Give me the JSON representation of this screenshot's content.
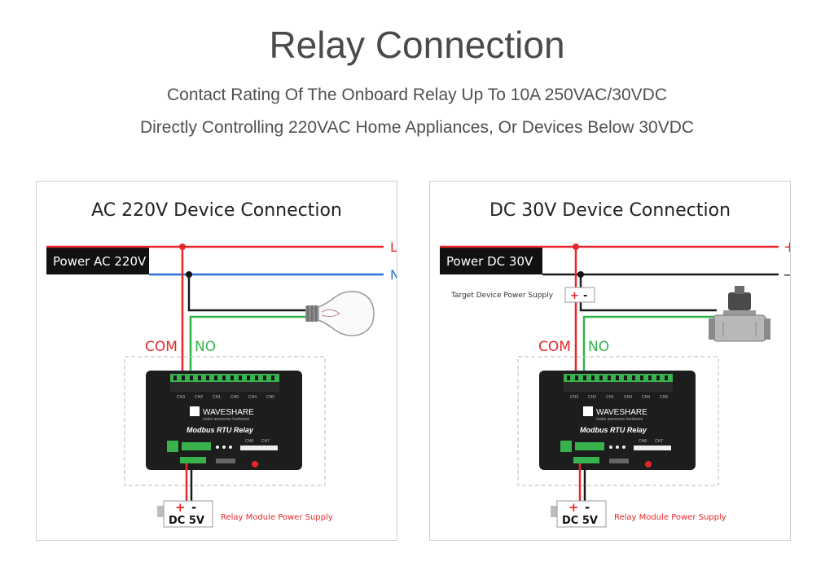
{
  "header": {
    "title": "Relay Connection",
    "subtitle_line1": "Contact Rating Of The Onboard Relay Up To 10A 250VAC/30VDC",
    "subtitle_line2": "Directly Controlling 220VAC Home Appliances, Or Devices Below 30VDC"
  },
  "colors": {
    "line_live": "#e8262b",
    "line_neutral": "#2b6fd6",
    "line_black": "#1a1a1a",
    "line_green": "#2fb34a",
    "label_black_bg": "#111111",
    "board_body": "#1d1d1d",
    "terminal_green": "#37b24d"
  },
  "panels": [
    {
      "title": "AC 220V Device Connection",
      "power_label": "Power AC 220V",
      "line1_label": "L",
      "line2_label": "N",
      "com_label": "COM",
      "no_label": "NO",
      "load_icon": "light-bulb-icon",
      "device_label": "",
      "board": {
        "brand": "WAVESHARE",
        "tagline": "make awesome hardware",
        "model": "Modbus RTU Relay",
        "top_pins": [
          "CH3",
          "CH2",
          "CH1",
          "CH0",
          "CH4",
          "CH5"
        ],
        "ch_labels": [
          "CH8",
          "CH7"
        ]
      },
      "supply": {
        "plus": "+",
        "minus": "-",
        "label": "DC  5V",
        "caption": "Relay Module Power Supply"
      }
    },
    {
      "title": "DC 30V Device Connection",
      "power_label": "Power DC 30V",
      "line1_label": "+",
      "line2_label": "–",
      "com_label": "COM",
      "no_label": "NO",
      "load_icon": "solenoid-valve-icon",
      "device_label": "Target Device Power Supply",
      "device_plus": "+",
      "device_minus": "-",
      "board": {
        "brand": "WAVESHARE",
        "tagline": "make awesome hardware",
        "model": "Modbus RTU Relay",
        "top_pins": [
          "CH3",
          "CH2",
          "CH1",
          "CH0",
          "CH4",
          "CH5"
        ],
        "ch_labels": [
          "CH8",
          "CH7"
        ]
      },
      "supply": {
        "plus": "+",
        "minus": "-",
        "label": "DC  5V",
        "caption": "Relay Module Power Supply"
      }
    }
  ]
}
